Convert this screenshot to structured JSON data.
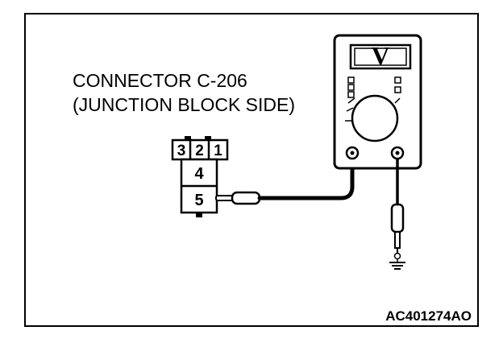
{
  "connector": {
    "title_line1": "CONNECTOR C-206",
    "title_line2": "(JUNCTION BLOCK SIDE)",
    "top_pins": [
      "3",
      "2",
      "1"
    ],
    "middle_pin": "4",
    "probed_pin": "5"
  },
  "voltmeter": {
    "display_symbol": "V"
  },
  "ground_symbol": "ground-icon",
  "figure_code": "AC401274AO"
}
